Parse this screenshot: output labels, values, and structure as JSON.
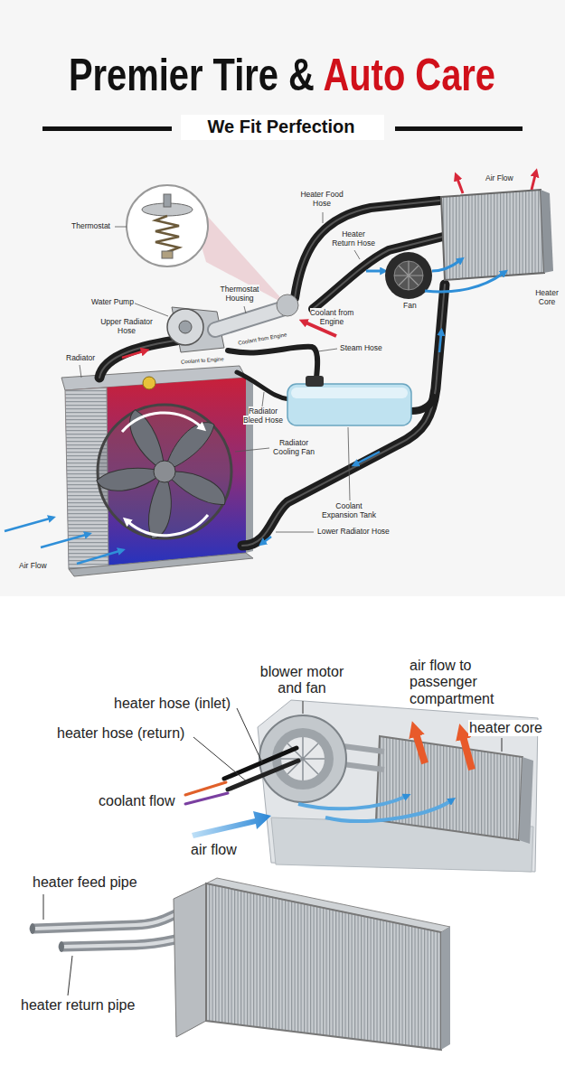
{
  "diagram": {
    "title": "Premier Tire & Auto Care",
    "labels": [
      "We Fit Perfection",
      "Thermostat",
      "Heater Food Hose",
      "Air Flow",
      "Heater Return Hose",
      "Thermostat Housing",
      "Fan",
      "Heater Core",
      "Water Pump",
      "Coolant from Engine",
      "Upper Radiator Hose",
      "Coolant from Engine",
      "Steam Hose",
      "Coolant to Engine",
      "Radiator",
      "Radiator Bleed Hose",
      "Radiator Cooling Fan",
      "Coolant Expansion Tank",
      "Lower Radiator Hose",
      "Air Flow",
      "blower motor and fan",
      "air flow to passenger compartment",
      "heater hose (inlet)",
      "heater core",
      "heater hose (return)",
      "coolant flow",
      "air flow",
      "heater feed pipe",
      "heater return pipe"
    ]
  }
}
